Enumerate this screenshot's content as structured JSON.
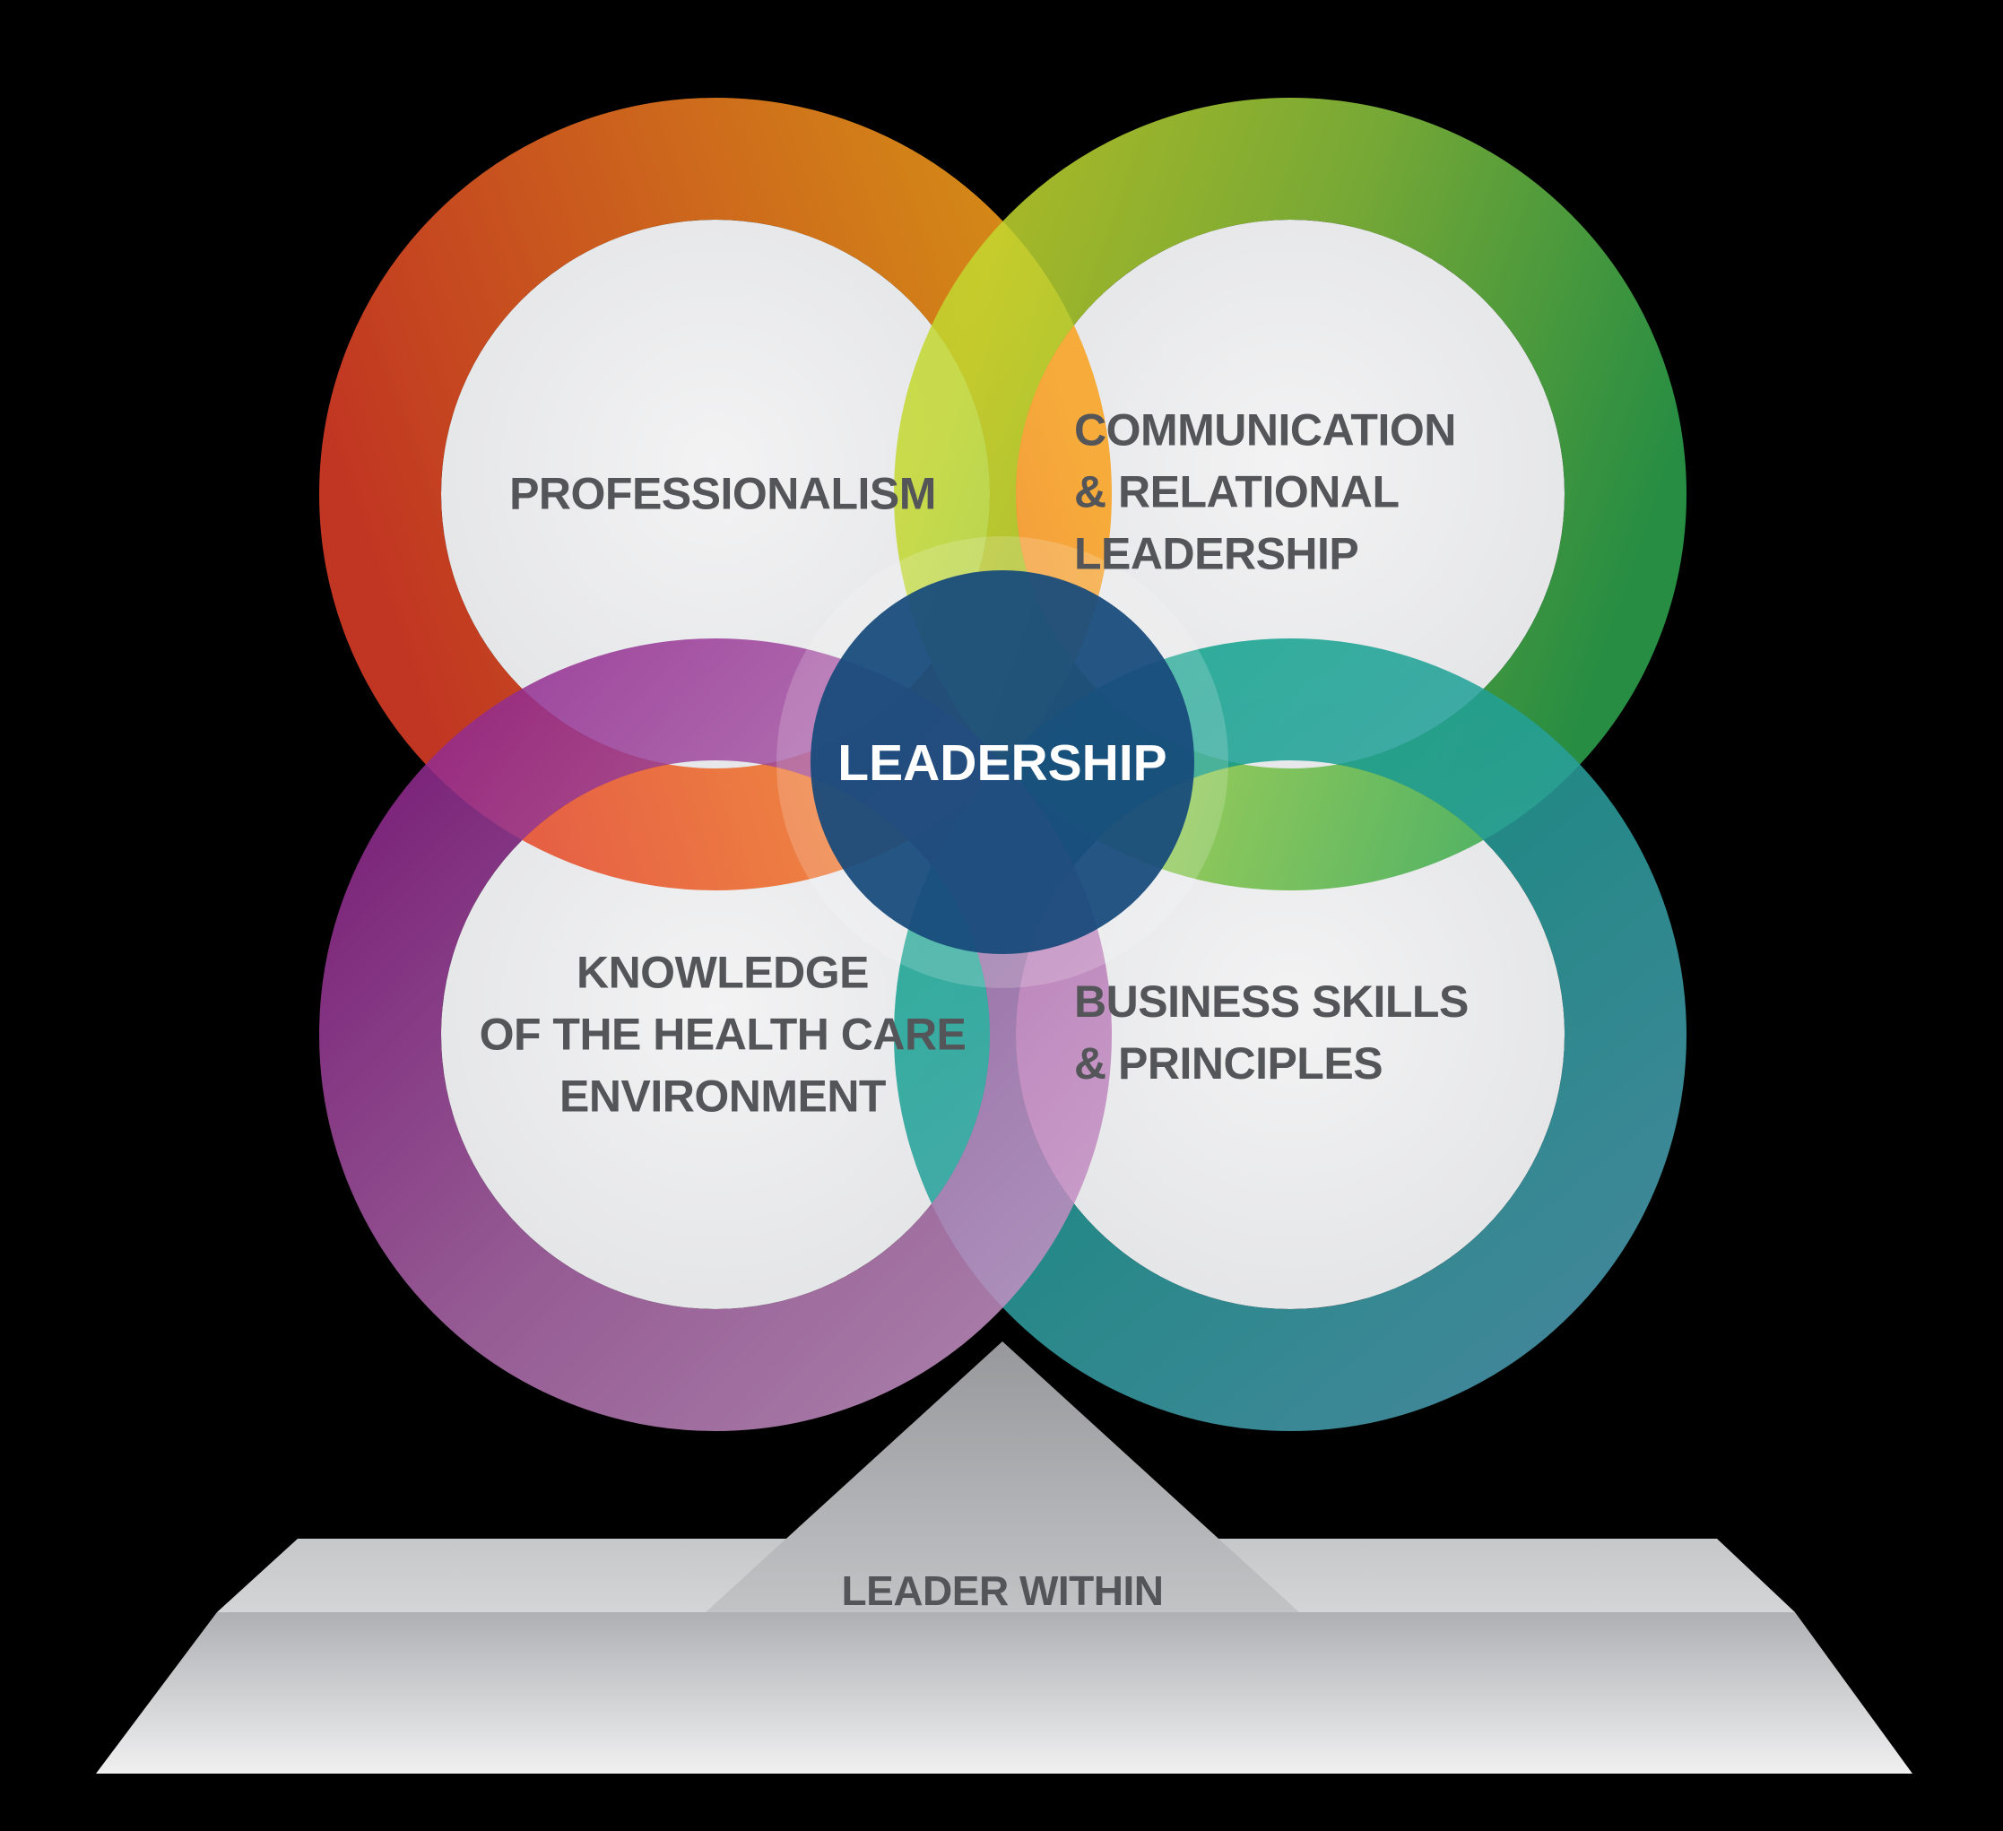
{
  "diagram": {
    "center_label": "LEADERSHIP",
    "quadrants": [
      {
        "name": "professionalism",
        "lines": [
          "PROFESSIONALISM"
        ]
      },
      {
        "name": "communication-relational-leadership",
        "lines": [
          "COMMUNICATION",
          "& RELATIONAL",
          "LEADERSHIP"
        ]
      },
      {
        "name": "knowledge-health-care-environment",
        "lines": [
          "KNOWLEDGE",
          "OF THE HEALTH CARE",
          "ENVIRONMENT"
        ]
      },
      {
        "name": "business-skills-principles",
        "lines": [
          "BUSINESS SKILLS",
          "& PRINCIPLES"
        ]
      }
    ],
    "pedestal_label": "LEADER WITHIN"
  },
  "colors": {
    "background": "#000000",
    "ring_orange_from": "#E33F28",
    "ring_orange_mid": "#F07522",
    "ring_orange_to": "#F9A01B",
    "ring_green_from": "#C3D82F",
    "ring_green_mid": "#8CC63F",
    "ring_green_to": "#2EA64E",
    "ring_teal_from": "#0AA189",
    "ring_teal_to": "#4D9FB5",
    "ring_purple_from": "#90278E",
    "ring_purple_mid": "#B06CAE",
    "ring_purple_to": "#C592C5",
    "center_blue": "#16497B",
    "disc_gray_from": "#F3F3F4",
    "disc_gray_to": "#E2E3E5",
    "label_gray": "#545559",
    "center_label_white": "#FFFFFF",
    "pedestal_triangle_from": "#96989B",
    "pedestal_triangle_to": "#C2C3C5",
    "pedestal_band_from": "#C6C7C9",
    "pedestal_band_to": "#D4D5D7",
    "pedestal_base_from": "#AEB0B3",
    "pedestal_base_to": "#F0F0F1"
  }
}
